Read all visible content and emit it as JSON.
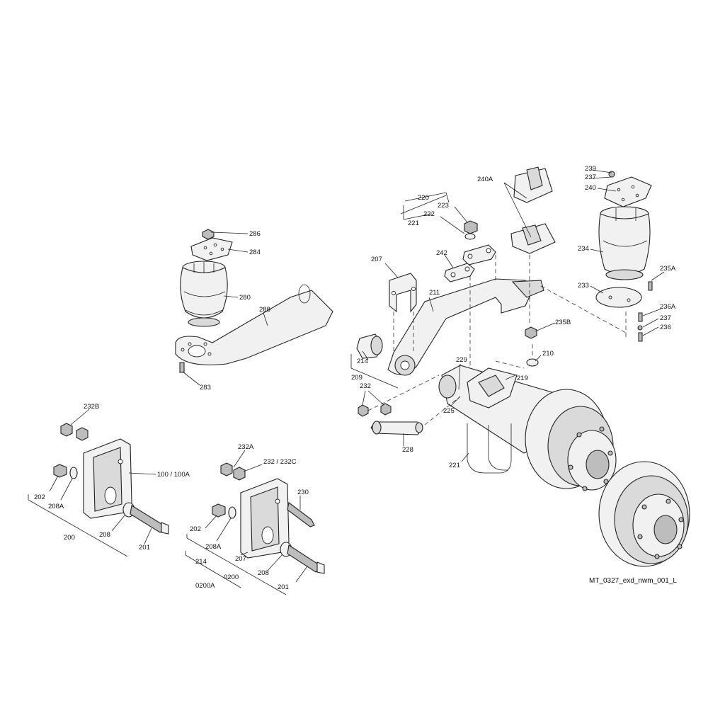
{
  "drawing_id": "MT_0327_exd_nwm_001_L",
  "labels": {
    "l286": "286",
    "l284": "284",
    "l280": "280",
    "l288": "288",
    "l283": "283",
    "l220": "220",
    "l222": "222",
    "l221a": "221",
    "l223": "223",
    "l240A": "240A",
    "l239": "239",
    "l237a": "237",
    "l240": "240",
    "l234": "234",
    "l235A": "235A",
    "l233": "233",
    "l236A": "236A",
    "l237b": "237",
    "l236": "236",
    "l235B": "235B",
    "l207a": "207",
    "l242": "242",
    "l211": "211",
    "l214a": "214",
    "l209": "209",
    "l229": "229",
    "l210": "210",
    "l219": "219",
    "l232a": "232",
    "l225": "225",
    "l228": "228",
    "l221b": "221",
    "l232B": "232B",
    "l100": "100 / 100A",
    "l202a": "202",
    "l208Aa": "208A",
    "l208a": "208",
    "l200": "200",
    "l201a": "201",
    "l232A": "232A",
    "l232C": "232 / 232C",
    "l230": "230",
    "l202b": "202",
    "l208Ab": "208A",
    "l207b": "207",
    "l214b": "214",
    "l208b": "208",
    "l0200": "0200",
    "l0200A": "0200A",
    "l201b": "201"
  }
}
